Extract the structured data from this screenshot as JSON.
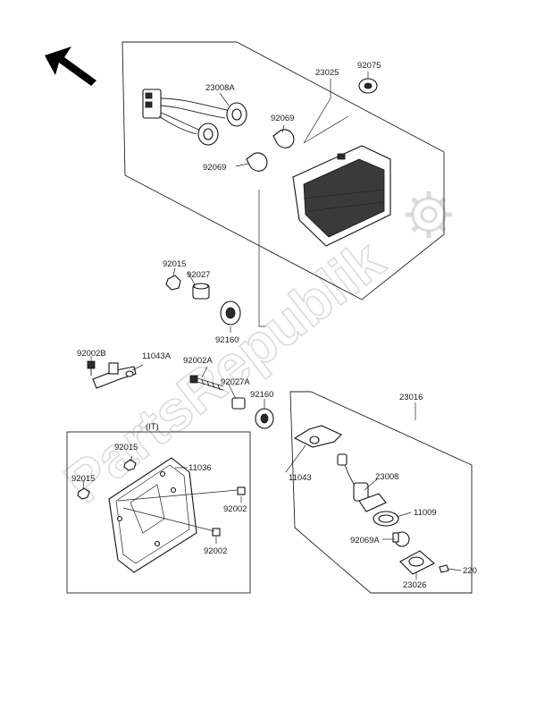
{
  "watermark": "PartsRepublik",
  "labels": {
    "p23008A": "23008A",
    "p23025": "23025",
    "p92075": "92075",
    "p92069_top": "92069",
    "p92069_left": "92069",
    "p92015_mid": "92015",
    "p92027": "92027",
    "p92160_a": "92160",
    "p92002B": "92002B",
    "p11043A": "11043A",
    "p92002A": "92002A",
    "p92027A": "92027A",
    "p92160_b": "92160",
    "p23016": "23016",
    "it_note": "(IT)",
    "p92015_plate_top": "92015",
    "p11036": "11036",
    "p92015_plate_left": "92015",
    "p92002_right_top": "92002",
    "p92002_right_bottom": "92002",
    "p11043": "11043",
    "p23008": "23008",
    "p11009": "11009",
    "p92069A": "92069A",
    "p220": "220",
    "p23026": "23026"
  }
}
